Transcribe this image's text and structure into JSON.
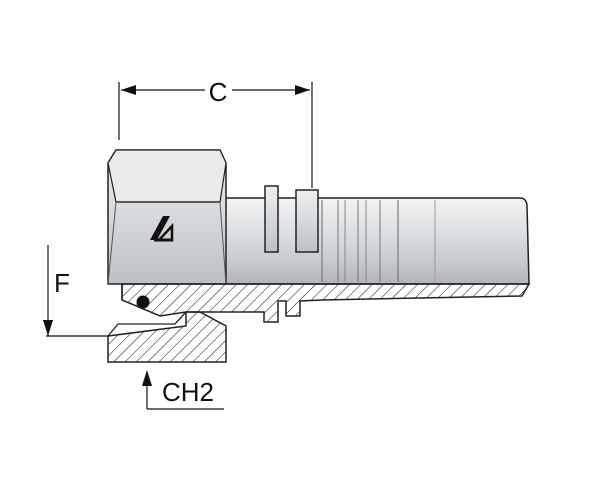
{
  "labels": {
    "dimension_c": "C",
    "dimension_f": "F",
    "dimension_ch2": "CH2"
  },
  "logo": {
    "icon": "manufacturer-logo-icon"
  },
  "colors": {
    "body_light": "#e4e6e8",
    "body_mid": "#c9ccd0",
    "body_dark": "#9ea3a8",
    "section_fill": "#ffffff",
    "outline": "#222222"
  }
}
